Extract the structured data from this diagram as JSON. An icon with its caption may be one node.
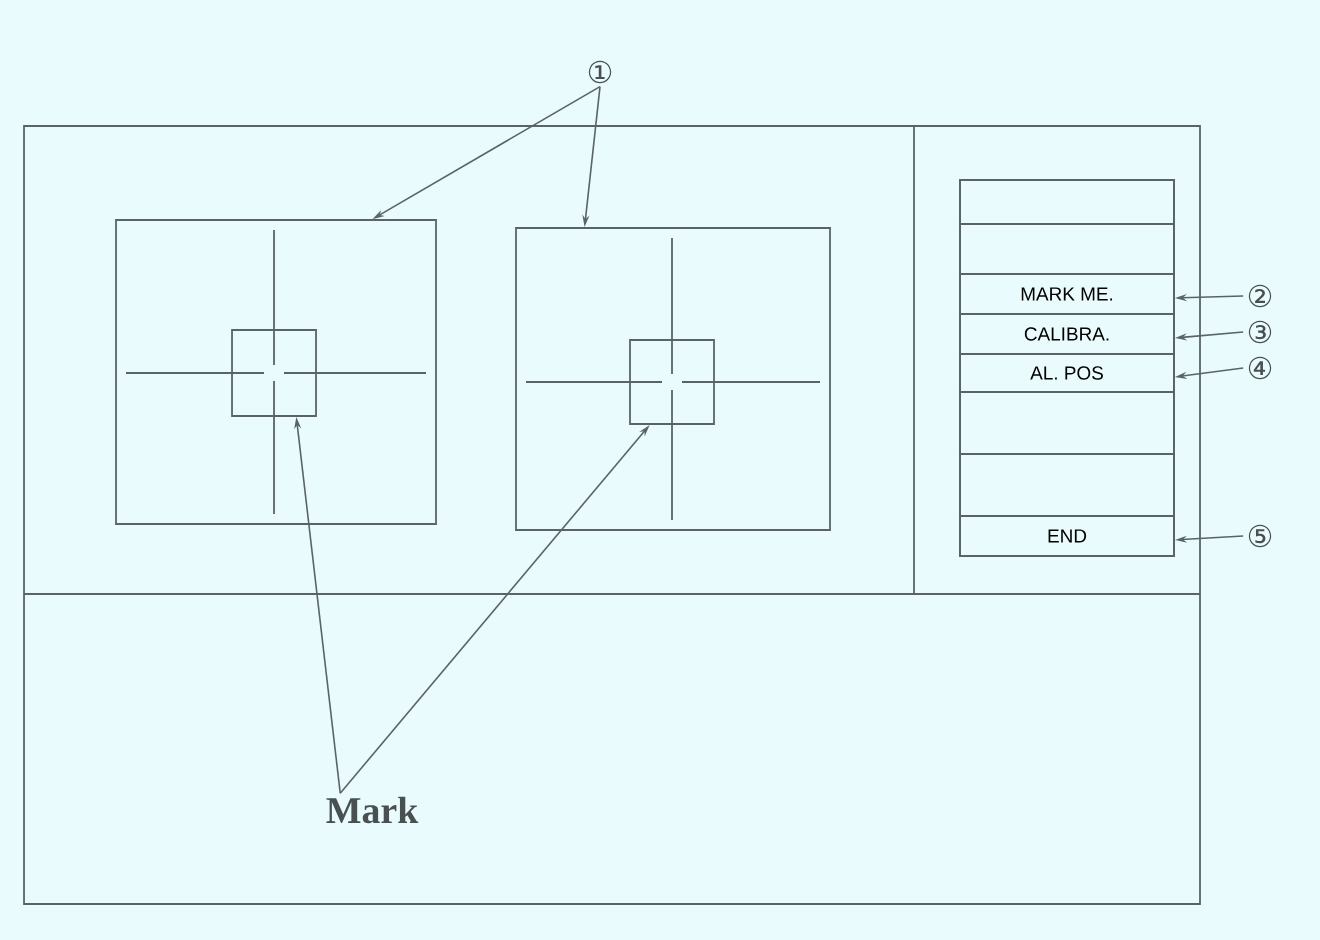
{
  "diagram": {
    "nodes": [
      {
        "text": [
          "①"
        ]
      },
      {
        "text": [],
        "shape": "box"
      },
      {
        "text": [],
        "shape": "box",
        "in": 1
      },
      {
        "text": [],
        "shape": "box"
      },
      {
        "text": [],
        "shape": "box",
        "in": 3
      },
      {
        "text": [],
        "shape": "box"
      },
      {
        "text": [],
        "shape": "box",
        "in": 5
      },
      {
        "text": [],
        "shape": "box",
        "in": 5
      },
      {
        "text": [
          "MARK ME."
        ],
        "in": 5
      },
      {
        "text": [
          "CALIBRA."
        ],
        "in": 5
      },
      {
        "text": [
          "AL. POS"
        ],
        "in": 5
      },
      {
        "text": [],
        "shape": "box",
        "in": 5
      },
      {
        "text": [],
        "shape": "box",
        "in": 5
      },
      {
        "text": [
          "END"
        ],
        "in": 5
      },
      {
        "text": [
          "②"
        ]
      },
      {
        "text": [
          "③"
        ]
      },
      {
        "text": [
          "④"
        ]
      },
      {
        "text": [
          "⑤"
        ]
      },
      {
        "text": [
          "Mark"
        ]
      }
    ],
    "edges": [
      {
        "from": 0,
        "to": 1,
        "arrow": "to"
      },
      {
        "from": 0,
        "to": 3,
        "arrow": "to"
      },
      {
        "from": 18,
        "to": 2,
        "arrow": "to"
      },
      {
        "from": 18,
        "to": 4,
        "arrow": "to"
      },
      {
        "from": 14,
        "to": 8,
        "arrow": "to"
      },
      {
        "from": 15,
        "to": 9,
        "arrow": "to"
      },
      {
        "from": 16,
        "to": 10,
        "arrow": "to"
      },
      {
        "from": 17,
        "to": 13,
        "arrow": "to"
      }
    ]
  }
}
